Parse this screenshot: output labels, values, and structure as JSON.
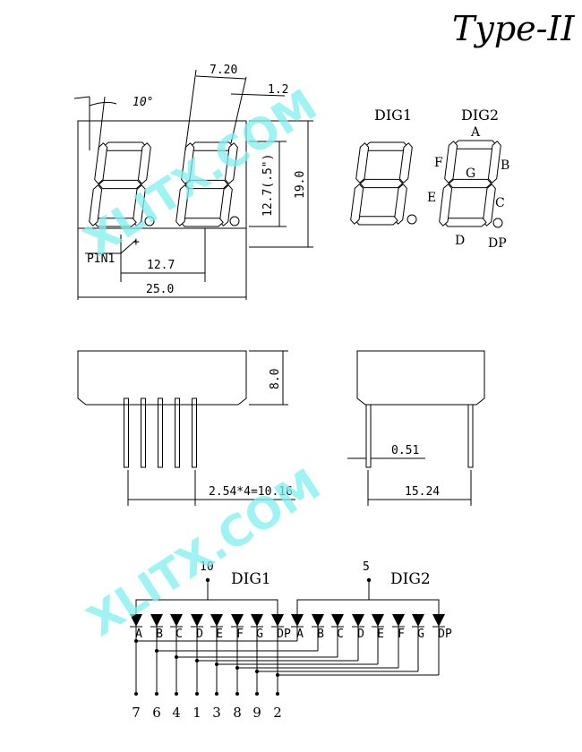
{
  "title": "Type-II",
  "front_view": {
    "dims": {
      "width_top": "7.20",
      "offset": "1.2",
      "angle": "10°",
      "digit_height": "12.7(.5\")",
      "height": "19.0",
      "pin1": "PIN1",
      "plus": "+",
      "pitch": "12.7",
      "width": "25.0"
    }
  },
  "segment_legend": {
    "dig1": "DIG1",
    "dig2": "DIG2",
    "labels": {
      "A": "A",
      "B": "B",
      "C": "C",
      "D": "D",
      "E": "E",
      "F": "F",
      "G": "G",
      "DP": "DP"
    }
  },
  "side_view": {
    "thickness": "8.0",
    "pin_spacing": "2.54*4=10.16",
    "pin_width": "0.51",
    "row_spacing": "15.24"
  },
  "schematic": {
    "dig1_label": "DIG1",
    "dig2_label": "DIG2",
    "dig1_common_pin": "10",
    "dig2_common_pin": "5",
    "segments": [
      "A",
      "B",
      "C",
      "D",
      "E",
      "F",
      "G",
      "DP"
    ],
    "pin_numbers": [
      "7",
      "6",
      "4",
      "1",
      "3",
      "8",
      "9",
      "2"
    ]
  },
  "watermark": "XLITX.COM",
  "colors": {
    "line": "#000000",
    "watermark": "#7ff0f0"
  }
}
